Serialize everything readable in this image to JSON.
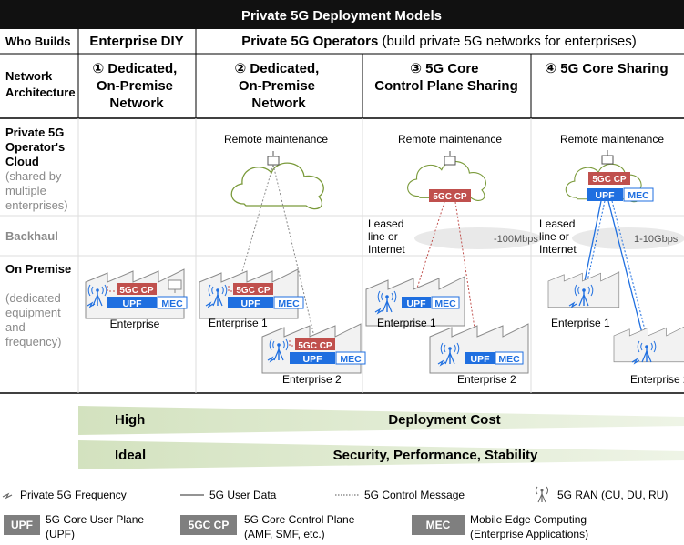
{
  "title": "Private 5G Deployment Models",
  "header": {
    "who_builds_label": "Who Builds",
    "enterprise_diy": "Enterprise DIY",
    "operators_bold": "Private 5G Operators",
    "operators_rest": " (build private 5G networks for enterprises)",
    "network_architecture_line1": "Network",
    "network_architecture_line2": "Architecture"
  },
  "models": [
    {
      "number": "①",
      "line1": "Dedicated,",
      "line2": "On-Premise",
      "line3": "Network"
    },
    {
      "number": "②",
      "line1": "Dedicated,",
      "line2": "On-Premise",
      "line3": "Network"
    },
    {
      "number": "③",
      "line1": "5G Core",
      "line2": "Control Plane Sharing",
      "line3": ""
    },
    {
      "number": "④",
      "line1": "5G Core Sharing",
      "line2": "",
      "line3": ""
    }
  ],
  "rows": {
    "cloud_title": [
      "Private 5G",
      "Operator's",
      "Cloud"
    ],
    "cloud_note": [
      "(shared by",
      "multiple",
      "enterprises)"
    ],
    "backhaul": "Backhaul",
    "on_premise_title": "On Premise",
    "on_premise_note": [
      "(dedicated",
      "equipment",
      "and",
      "frequency)"
    ]
  },
  "cells": {
    "remote_maintenance": "Remote maintenance",
    "leased_line": [
      "Leased",
      "line or",
      "Internet"
    ],
    "bandwidth_3": "-100Mbps",
    "bandwidth_4": "1-10Gbps",
    "enterprise": "Enterprise",
    "enterprise_1": "Enterprise 1",
    "enterprise_2": "Enterprise 2",
    "box_5gccp": "5GC CP",
    "box_upf": "UPF",
    "box_mec": "MEC"
  },
  "bars": {
    "cost_left": "High",
    "cost_right": "Deployment Cost",
    "quality_left": "Ideal",
    "quality_right": "Security, Performance, Stability"
  },
  "legend": {
    "frequency": "Private 5G Frequency",
    "user_data": "5G User Data",
    "control_message": "5G Control Message",
    "ran": "5G RAN (CU, DU, RU)",
    "upf_label": "UPF",
    "upf_desc": [
      "5G Core User Plane",
      "(UPF)"
    ],
    "cp_label": "5GC CP",
    "cp_desc": [
      "5G Core Control Plane",
      "(AMF, SMF, etc.)"
    ],
    "mec_label": "MEC",
    "mec_desc": [
      "Mobile Edge Computing",
      "(Enterprise Applications)"
    ]
  },
  "colors": {
    "title_bg": "#111111",
    "upf_blue": "#1f6fe0",
    "cp_red": "#c0504d",
    "cloud_green": "#7a9a3a",
    "bar_green": "#d6e4c4",
    "legend_gray": "#7f7f7f"
  }
}
